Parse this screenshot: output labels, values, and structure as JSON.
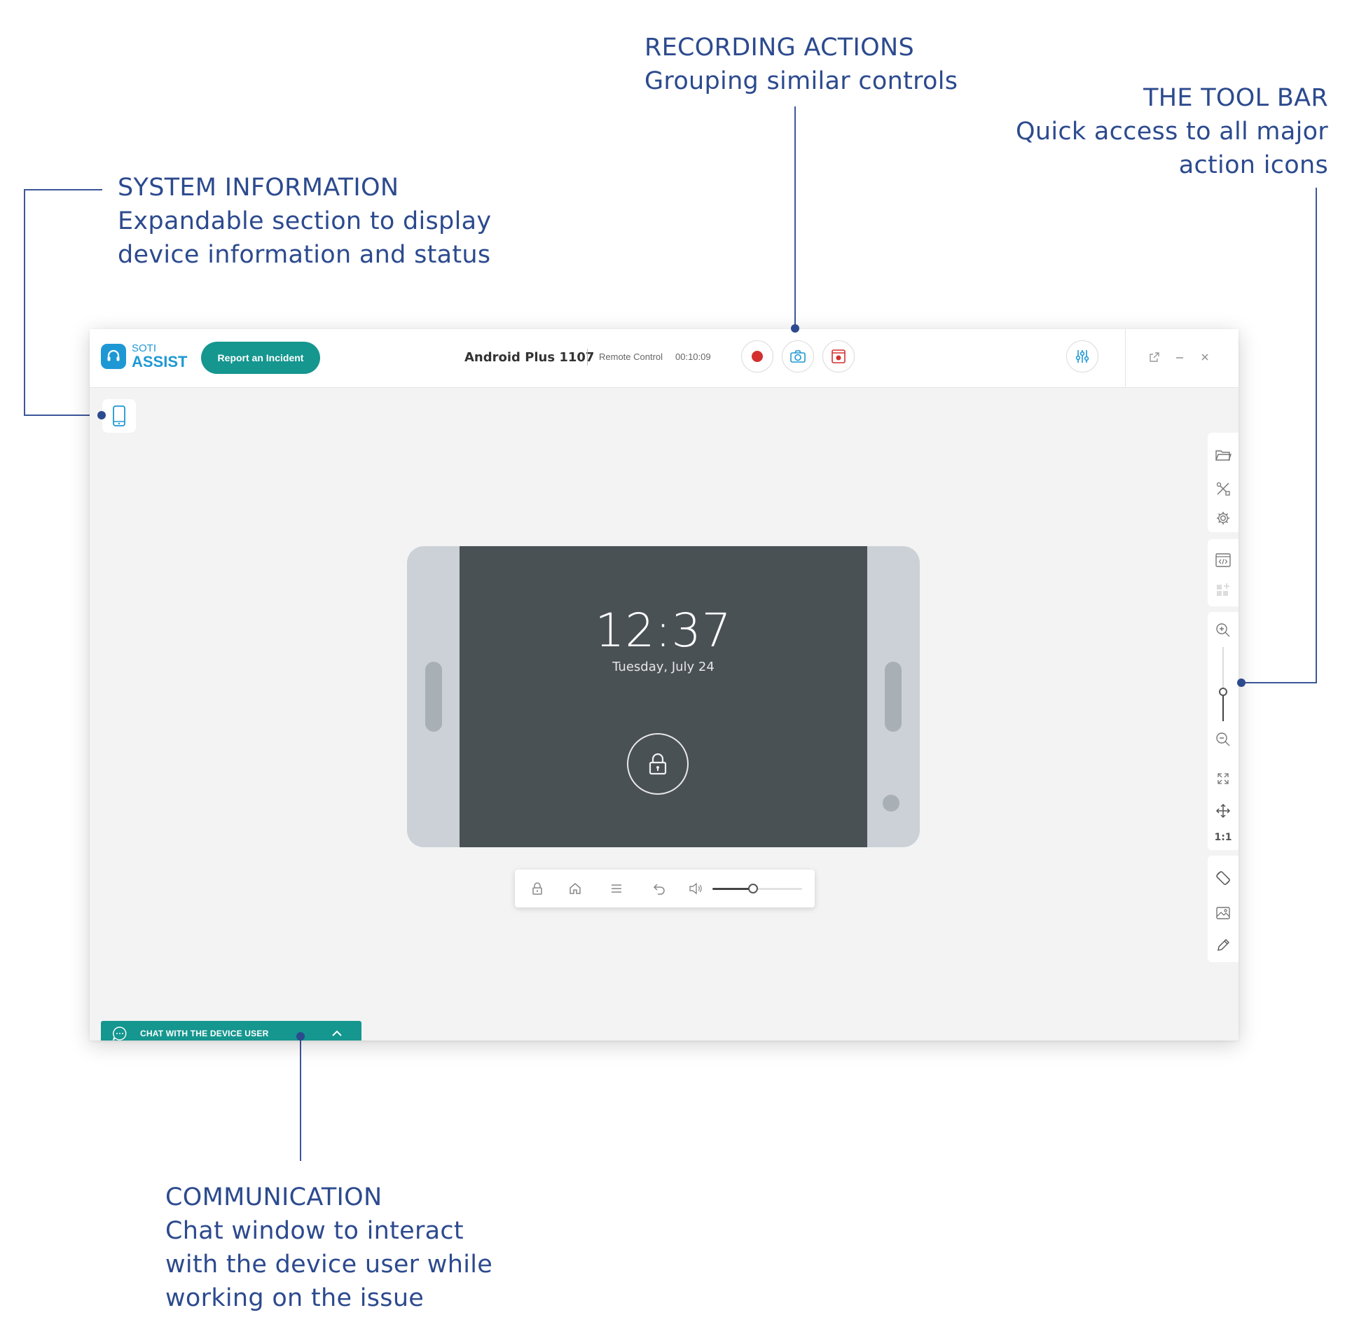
{
  "annotations": {
    "recording": {
      "title": "RECORDING ACTIONS",
      "lines": [
        "Grouping similar controls"
      ]
    },
    "toolbar": {
      "title": "THE TOOL BAR",
      "lines": [
        "Quick access to all major",
        "action icons"
      ]
    },
    "system": {
      "title": "SYSTEM INFORMATION",
      "lines": [
        "Expandable section to display",
        "device information and status"
      ]
    },
    "communication": {
      "title": "COMMUNICATION",
      "lines": [
        "Chat window to interact",
        "with the device user while",
        "working on the issue"
      ]
    }
  },
  "app": {
    "logo": {
      "line1": "SOTI",
      "line2": "ASSIST"
    },
    "report_button": "Report an Incident",
    "device_name": "Android Plus 1107",
    "mode_label": "Remote Control",
    "session_time": "00:10:09",
    "recording_buttons": [
      "record-icon",
      "camera-icon",
      "screen-record-icon"
    ],
    "settings_button": "sliders-icon",
    "window_controls": [
      "popout-icon",
      "minimize-icon",
      "close-icon"
    ]
  },
  "toolbar": {
    "group1": [
      "folder-icon",
      "tools-icon",
      "gear-icon"
    ],
    "group2": [
      "code-window-icon",
      "apps-icon"
    ],
    "zoom_level": 0.4,
    "fit_label": "1:1",
    "group4": [
      "rotate-icon",
      "image-icon",
      "pencil-icon"
    ]
  },
  "device": {
    "time": "12:37",
    "date": "Tuesday, July 24"
  },
  "device_controls": {
    "icons": [
      "lock-icon",
      "home-icon",
      "menu-icon",
      "back-icon",
      "volume-icon"
    ],
    "volume_level": 0.45
  },
  "chat": {
    "label": "CHAT WITH THE DEVICE USER"
  },
  "colors": {
    "accent": "#15968f",
    "brand": "#1e98d4",
    "annotation": "#2c4a8e",
    "record": "#d32f2f"
  }
}
